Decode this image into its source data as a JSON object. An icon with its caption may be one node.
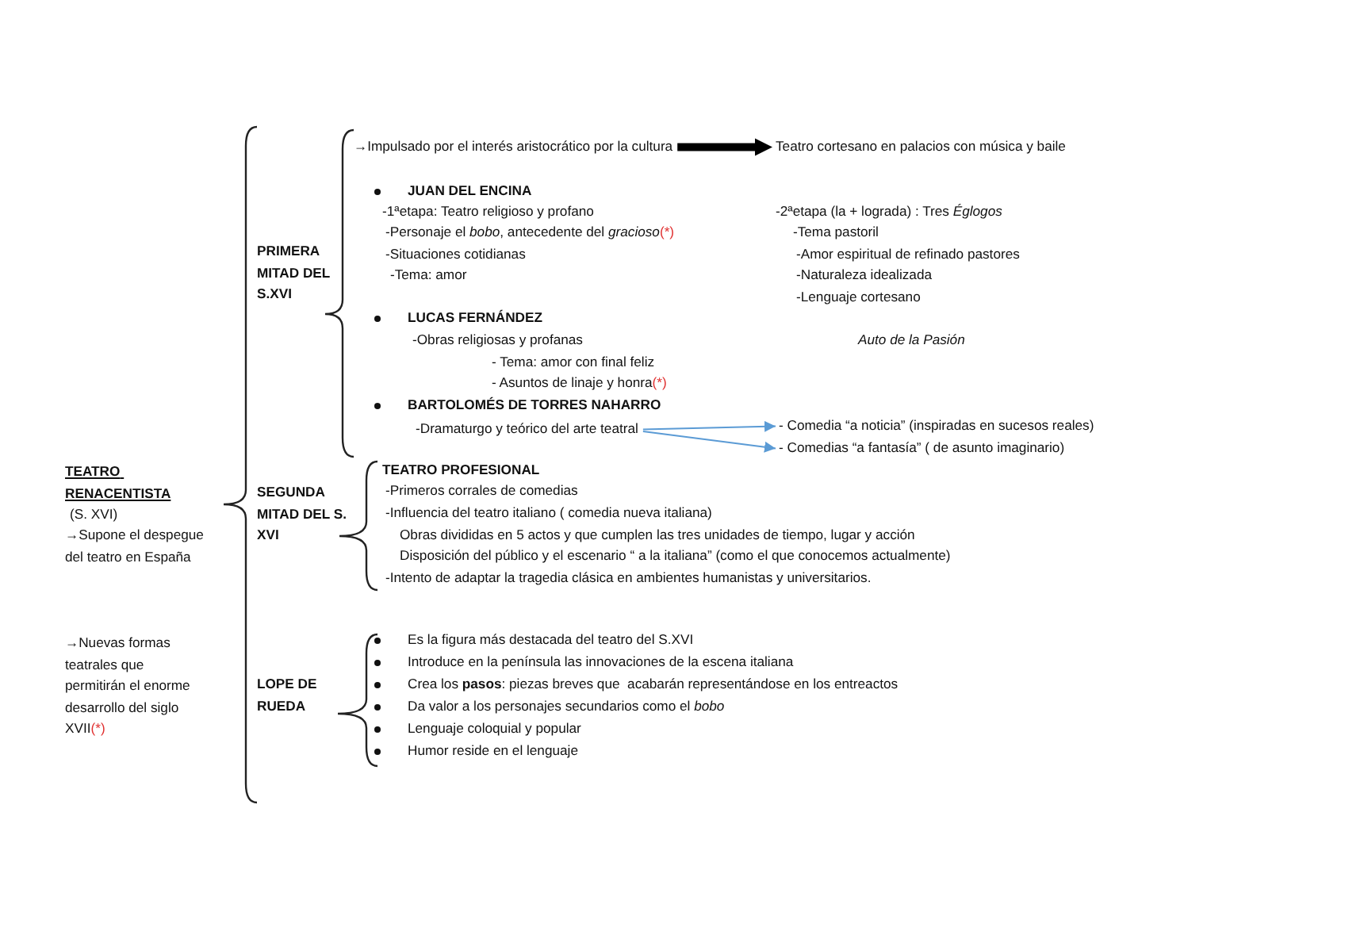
{
  "diagram": {
    "nodes": [
      {
        "text": [
          "→Impulsado por el interés aristocrático por la cultura"
        ]
      },
      {
        "text": [
          "Teatro cortesano en palacios con música y baile"
        ]
      },
      {
        "text": [
          "-Dramaturgo y teórico del arte teatral"
        ]
      },
      {
        "text": [
          "- Comedia “a noticia” (inspiradas en sucesos reales)"
        ]
      },
      {
        "text": [
          "- Comedias “a fantasía” ( de asunto imaginario)"
        ]
      }
    ],
    "edges": [
      {
        "from": 0,
        "to": 1,
        "arrow": "to",
        "style": "thick",
        "color": "#000000"
      },
      {
        "from": 2,
        "to": 3,
        "arrow": "to",
        "color": "#5b9bd5"
      },
      {
        "from": 2,
        "to": 4,
        "arrow": "to",
        "color": "#5b9bd5"
      }
    ],
    "labels": [
      "TEATRO RENACENTISTA",
      "(S. XVI)",
      "→Supone el despegue del teatro en España",
      "→Nuevas formas teatrales que permitirán el enorme desarrollo del siglo XVII",
      "(*)",
      "PRIMERA MITAD DEL S.XVI",
      "JUAN DEL ENCINA",
      "-1ªetapa: Teatro religioso y profano",
      "-2ªetapa (la + lograda) : Tres *Églogos*",
      "-Personaje el *bobo*, antecedente del *gracioso*",
      "(*)",
      "-Tema pastoril",
      "-Situaciones cotidianas",
      "-Amor espiritual de refinado pastores",
      "-Tema: amor",
      "-Naturaleza idealizada",
      "-Lenguaje cortesano",
      "LUCAS FERNÁNDEZ",
      "-Obras religiosas y profanas",
      "Auto de la Pasión",
      "- Tema: amor con final feliz",
      "- Asuntos de linaje y honra",
      "(*)",
      "BARTOLOMÉS DE TORRES NAHARRO",
      "SEGUNDA MITAD DEL S. XVI",
      "TEATRO PROFESIONAL",
      "-Primeros corrales de comedias",
      "-Influencia del teatro italiano ( comedia nueva italiana)",
      "Obras divididas en 5 actos y que cumplen las tres unidades de tiempo, lugar y acción",
      "Disposición del público y el escenario “ a la italiana” (como el que conocemos actualmente)",
      "-Intento de adaptar la tragedia clásica en ambientes humanistas y universitarios.",
      "LOPE DE RUEDA",
      "Es la figura más destacada del teatro del S.XVI",
      "Introduce en la península las innovaciones de la escena italiana",
      "Crea los **pasos**: piezas breves que  acabarán representándose en los entreactos",
      "Da valor a los personajes secundarios como el *bobo*",
      "Lenguaje coloquial y popular",
      "Humor reside en el lenguaje"
    ]
  }
}
